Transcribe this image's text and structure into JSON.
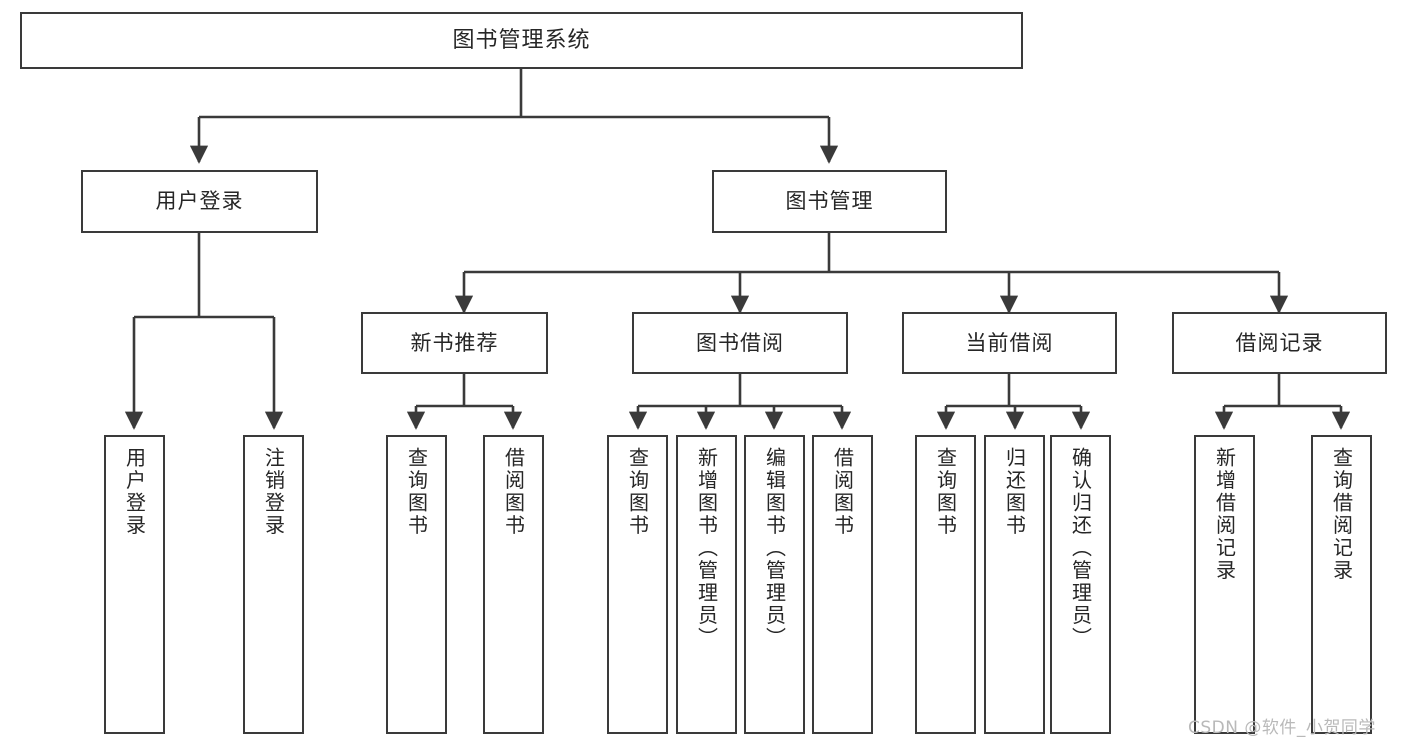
{
  "diagram": {
    "title": "图书管理系统",
    "type": "tree",
    "watermark": "CSDN @软件_小贺同学",
    "colors": {
      "box_border": "#3a3a3a",
      "box_fill": "#ffffff",
      "connector": "#3a3a3a",
      "text": "#262626",
      "watermark": "#b9b9b9"
    },
    "root": {
      "label": "图书管理系统"
    },
    "level2": [
      {
        "label": "用户登录"
      },
      {
        "label": "图书管理"
      }
    ],
    "level3": [
      {
        "label": "新书推荐"
      },
      {
        "label": "图书借阅"
      },
      {
        "label": "当前借阅"
      },
      {
        "label": "借阅记录"
      }
    ],
    "leaves": {
      "user_login": [
        {
          "label": "用户登录"
        },
        {
          "label": "注销登录"
        }
      ],
      "new_book_recommend": [
        {
          "label": "查询图书"
        },
        {
          "label": "借阅图书"
        }
      ],
      "book_borrow": [
        {
          "label": "查询图书"
        },
        {
          "label": "新增图书（管理员）"
        },
        {
          "label": "编辑图书（管理员）"
        },
        {
          "label": "借阅图书"
        }
      ],
      "current_borrow": [
        {
          "label": "查询图书"
        },
        {
          "label": "归还图书"
        },
        {
          "label": "确认归还（管理员）"
        }
      ],
      "borrow_record": [
        {
          "label": "新增借阅记录"
        },
        {
          "label": "查询借阅记录"
        }
      ]
    }
  }
}
